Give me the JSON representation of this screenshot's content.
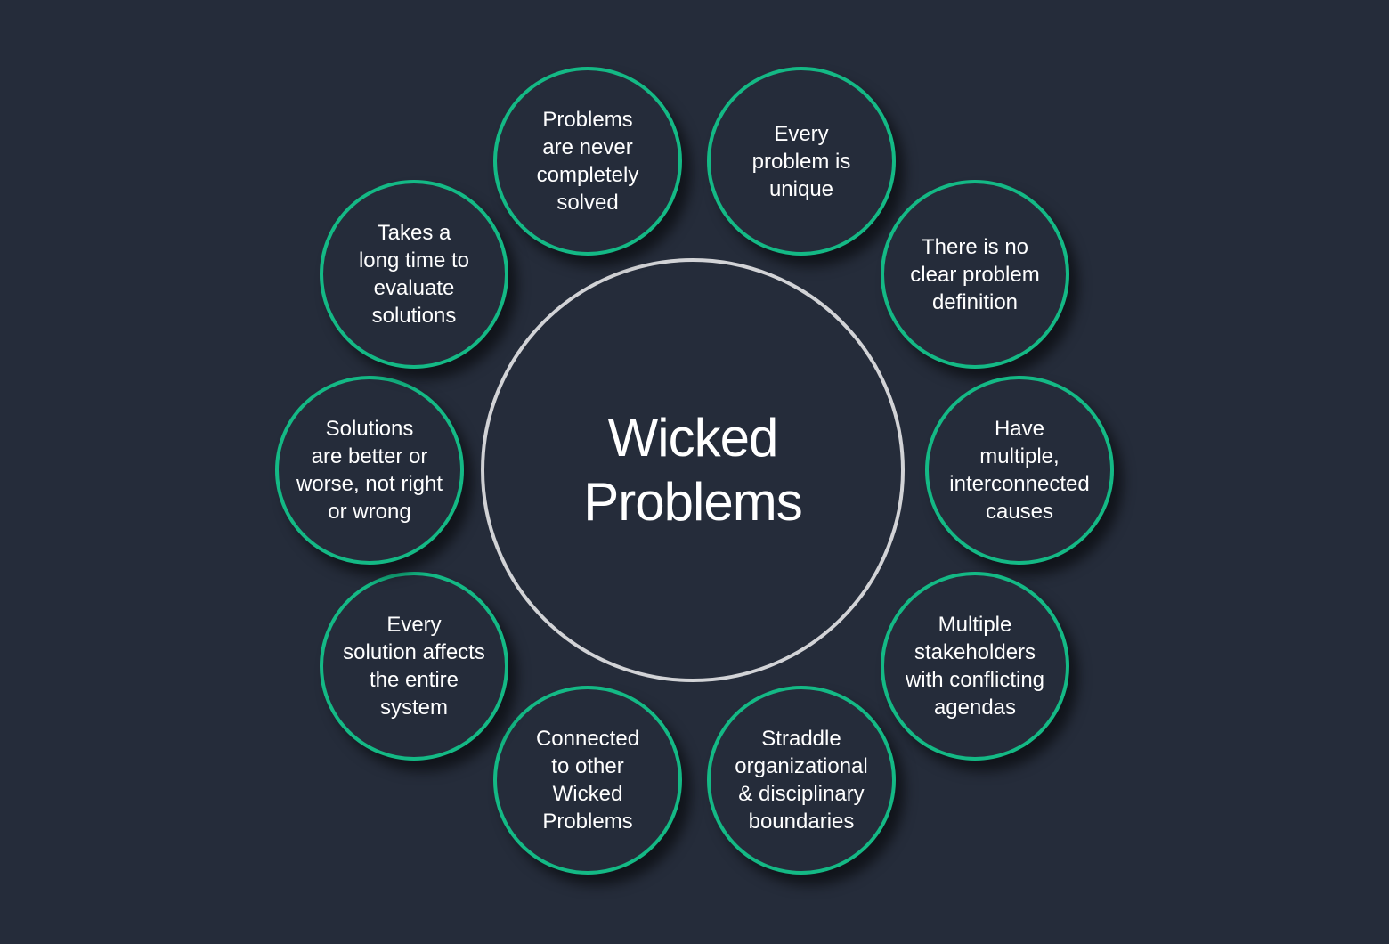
{
  "center": {
    "line1": "Wicked",
    "line2": "Problems"
  },
  "nodes": [
    {
      "label": "Problems\nare never\ncompletely\nsolved"
    },
    {
      "label": "Every\nproblem is\nunique"
    },
    {
      "label": "There is no\nclear problem\ndefinition"
    },
    {
      "label": "Have\nmultiple,\ninterconnected\ncauses"
    },
    {
      "label": "Multiple\nstakeholders\nwith conflicting\nagendas"
    },
    {
      "label": "Straddle\norganizational\n& disciplinary\nboundaries"
    },
    {
      "label": "Connected\nto other\nWicked\nProblems"
    },
    {
      "label": "Every\nsolution affects\nthe entire\nsystem"
    },
    {
      "label": "Solutions\nare better or\nworse, not right\nor wrong"
    },
    {
      "label": "Takes a\nlong time to\nevaluate\nsolutions"
    }
  ],
  "colors": {
    "background": "#252c3a",
    "node_border": "#14b985",
    "center_border": "#d2d3d6",
    "text": "#ffffff"
  }
}
